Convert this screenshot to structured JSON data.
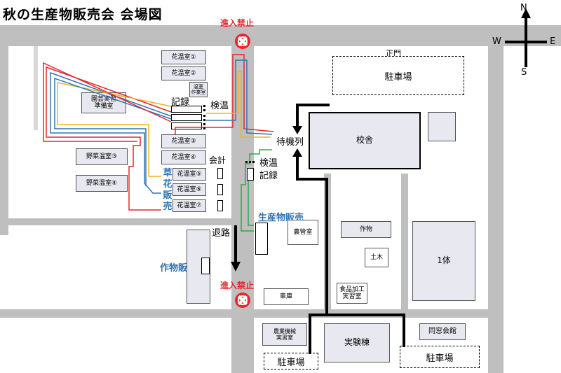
{
  "title": "秋の生産物販売会 会場図",
  "compass": {
    "n": "N",
    "s": "S",
    "e": "E",
    "w": "W"
  },
  "no_entry": "進入禁止",
  "main_gate": "正門",
  "parking": "駐車場",
  "greenhouses": {
    "flower1": "花温室①",
    "flower2": "花温室②",
    "flower3": "花温室③",
    "flower4": "花温室④",
    "flower5": "花温室⑤",
    "flower6": "花温室⑥",
    "flower7": "花温室⑦",
    "greenhouse_workroom": "温室\n作業室",
    "horticulture_prep": "園芸実習\n準備室",
    "vegetable3": "野菜温室③",
    "vegetable4": "野菜温室④"
  },
  "labels": {
    "record": "記録",
    "temp_check": "検温",
    "queue": "待機列",
    "cashier": "会計",
    "flower_sales": [
      "草",
      "花",
      "販",
      "売"
    ],
    "exit_path": "退路",
    "produce_sales": "生産物販売",
    "crop_sales": "作物販売"
  },
  "buildings": {
    "school": "校舎",
    "farm_mgmt": "農管室",
    "crops": "作物",
    "civil": "土木",
    "gym": "1体",
    "garage": "車庫",
    "food_processing": "食品加工\n実習室",
    "machinery": "農業機械\n実習室",
    "experiment": "実験棟",
    "alumni_hall": "同窓会館"
  },
  "colors": {
    "road": "#bfbfbf",
    "red": "#e8262d",
    "blue": "#2e75b6",
    "yellow": "#f2b01e",
    "green": "#2ea84a",
    "sales_text": "#2e75b6"
  }
}
